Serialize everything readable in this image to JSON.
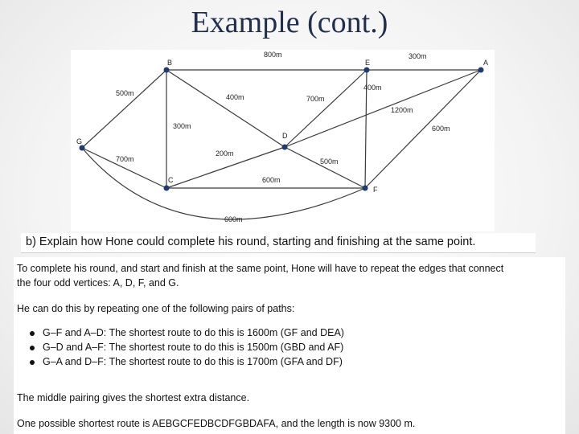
{
  "slide": {
    "title": "Example (cont.)"
  },
  "graph": {
    "vertices": [
      "A",
      "B",
      "C",
      "D",
      "E",
      "F",
      "G"
    ],
    "edges": [
      {
        "from": "B",
        "to": "E",
        "label": "800m"
      },
      {
        "from": "E",
        "to": "A",
        "label": "300m"
      },
      {
        "from": "G",
        "to": "B",
        "label": "500m"
      },
      {
        "from": "B",
        "to": "D",
        "label": "400m"
      },
      {
        "from": "E",
        "to": "D",
        "label": "700m"
      },
      {
        "from": "E",
        "to": "F",
        "label": "400m"
      },
      {
        "from": "A",
        "to": "D",
        "label": "1200m"
      },
      {
        "from": "A",
        "to": "F",
        "label": "600m"
      },
      {
        "from": "B",
        "to": "C",
        "label": "300m"
      },
      {
        "from": "C",
        "to": "D",
        "label": "200m"
      },
      {
        "from": "G",
        "to": "C",
        "label": "700m"
      },
      {
        "from": "D",
        "to": "F",
        "label": "500m"
      },
      {
        "from": "C",
        "to": "F",
        "label": "600m"
      },
      {
        "from": "G",
        "to": "F",
        "label": "600m"
      }
    ]
  },
  "question": "b) Explain how Hone could complete his round, starting and finishing at the same point.",
  "answer": {
    "intro_line1": "To complete his round, and start and finish at the same point, Hone will have to repeat the edges that connect",
    "intro_line2": "the four odd vertices: A, D, F, and G.",
    "lead": "He can do this by repeating one of the following pairs of paths:",
    "options": [
      "G–F and A–D: The shortest route to do this is 1600m (GF and DEA)",
      "G–D and A–F: The shortest route to do this is 1500m (GBD and AF)",
      "G–A and D–F: The shortest route to do this is 1700m (GFA and DF)"
    ],
    "conclusion": "The middle pairing gives the shortest extra distance.",
    "final": "One possible shortest route is AEBGCFEDBCDFGBDAFA, and the length is now 9300 m."
  }
}
